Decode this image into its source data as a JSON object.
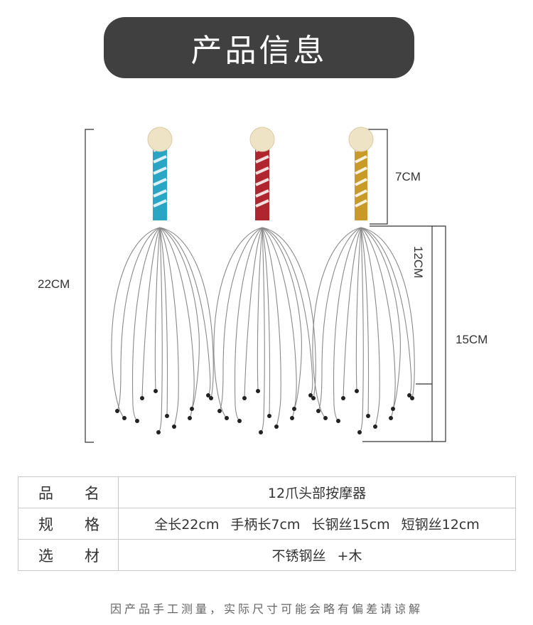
{
  "header": {
    "title": "产品信息",
    "banner_color": "#404040"
  },
  "figure": {
    "product_image": "three-head-massagers",
    "handle_colors": [
      "#2aa6c4",
      "#b0262f",
      "#c99a2a"
    ],
    "ball_color": "#efe3c6",
    "dimensions": {
      "total_length": "22CM",
      "handle_length": "7CM",
      "short_wire": "12CM",
      "long_wire": "15CM"
    }
  },
  "table": {
    "rows": [
      {
        "key_chars": [
          "品",
          "名"
        ],
        "value": "12爪头部按摩器"
      },
      {
        "key_chars": [
          "规",
          "格"
        ],
        "value": "全长22cm  手柄长7cm  长钢丝15cm  短钢丝12cm"
      },
      {
        "key_chars": [
          "选",
          "材"
        ],
        "value": "不锈钢丝 +木"
      }
    ]
  },
  "footer": {
    "note": "因产品手工测量，实际尺寸可能会略有偏差请谅解"
  }
}
